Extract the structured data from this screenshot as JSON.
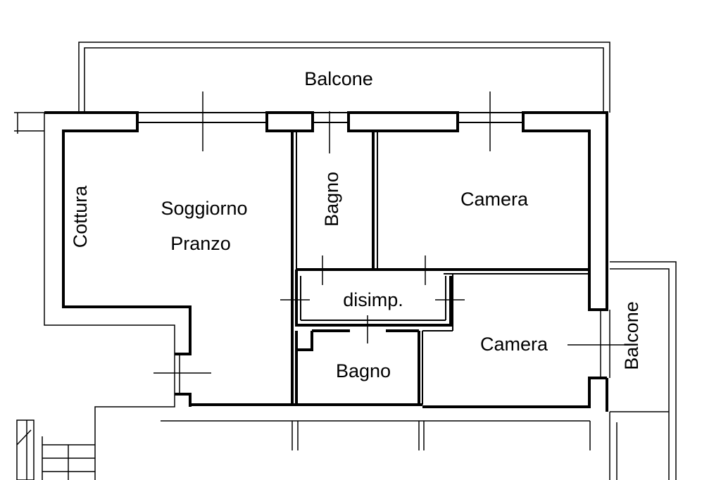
{
  "rooms": {
    "balcone_top": "Balcone",
    "cottura": "Cottura",
    "soggiorno": "Soggiorno",
    "pranzo": "Pranzo",
    "bagno_top": "Bagno",
    "camera_top": "Camera",
    "disimp": "disimp.",
    "bagno_bottom": "Bagno",
    "camera_bottom": "Camera",
    "balcone_right": "Balcone"
  },
  "colors": {
    "line": "#000000",
    "background": "#ffffff"
  }
}
